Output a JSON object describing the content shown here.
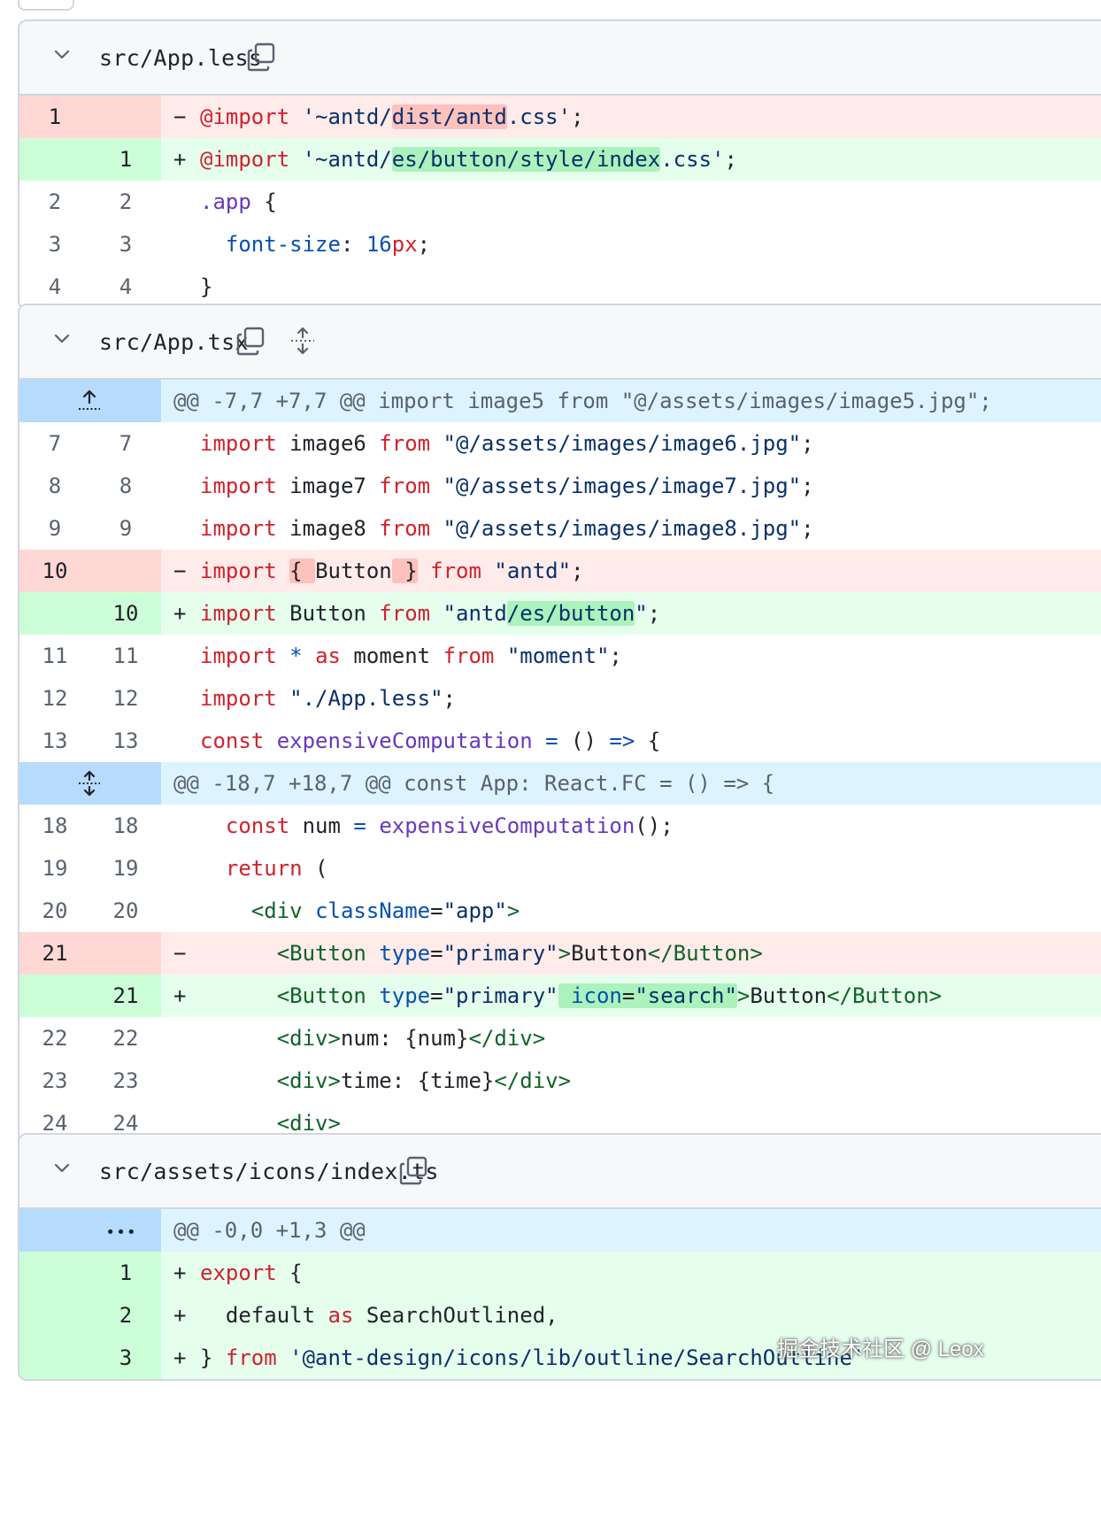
{
  "files": [
    {
      "name": "src/App.less",
      "rows": [
        {
          "type": "del",
          "old": "1",
          "new": "",
          "sign": "−"
        },
        {
          "type": "add",
          "old": "",
          "new": "1",
          "sign": "+"
        },
        {
          "type": "ctx",
          "old": "2",
          "new": "2",
          "sign": ""
        },
        {
          "type": "ctx",
          "old": "3",
          "new": "3",
          "sign": ""
        },
        {
          "type": "ctx",
          "old": "4",
          "new": "4",
          "sign": ""
        }
      ]
    },
    {
      "name": "src/App.tsx",
      "rows": [
        {
          "type": "hunk",
          "text": "@@ -7,7 +7,7 @@ import image5 from \"@/assets/images/image5.jpg\";"
        },
        {
          "type": "ctx",
          "old": "7",
          "new": "7"
        },
        {
          "type": "ctx",
          "old": "8",
          "new": "8"
        },
        {
          "type": "ctx",
          "old": "9",
          "new": "9"
        },
        {
          "type": "del",
          "old": "10",
          "new": "",
          "sign": "−"
        },
        {
          "type": "add",
          "old": "",
          "new": "10",
          "sign": "+"
        },
        {
          "type": "ctx",
          "old": "11",
          "new": "11"
        },
        {
          "type": "ctx",
          "old": "12",
          "new": "12"
        },
        {
          "type": "ctx",
          "old": "13",
          "new": "13"
        },
        {
          "type": "hunk",
          "text": "@@ -18,7 +18,7 @@ const App: React.FC = () => {"
        },
        {
          "type": "ctx",
          "old": "18",
          "new": "18"
        },
        {
          "type": "ctx",
          "old": "19",
          "new": "19"
        },
        {
          "type": "ctx",
          "old": "20",
          "new": "20"
        },
        {
          "type": "del",
          "old": "21",
          "new": "",
          "sign": "−"
        },
        {
          "type": "add",
          "old": "",
          "new": "21",
          "sign": "+"
        },
        {
          "type": "ctx",
          "old": "22",
          "new": "22"
        },
        {
          "type": "ctx",
          "old": "23",
          "new": "23"
        },
        {
          "type": "ctx",
          "old": "24",
          "new": "24"
        },
        {
          "type": "hunk",
          "text": ""
        }
      ]
    },
    {
      "name": "src/assets/icons/index.ts",
      "rows": [
        {
          "type": "hunk",
          "text": "@@ -0,0 +1,3 @@",
          "expand_label": "•••"
        },
        {
          "type": "add",
          "old": "",
          "new": "1",
          "sign": "+"
        },
        {
          "type": "add",
          "old": "",
          "new": "2",
          "sign": "+"
        },
        {
          "type": "add",
          "old": "",
          "new": "3",
          "sign": "+"
        }
      ]
    }
  ],
  "watermark": "掘金技术社区 @ Leox"
}
